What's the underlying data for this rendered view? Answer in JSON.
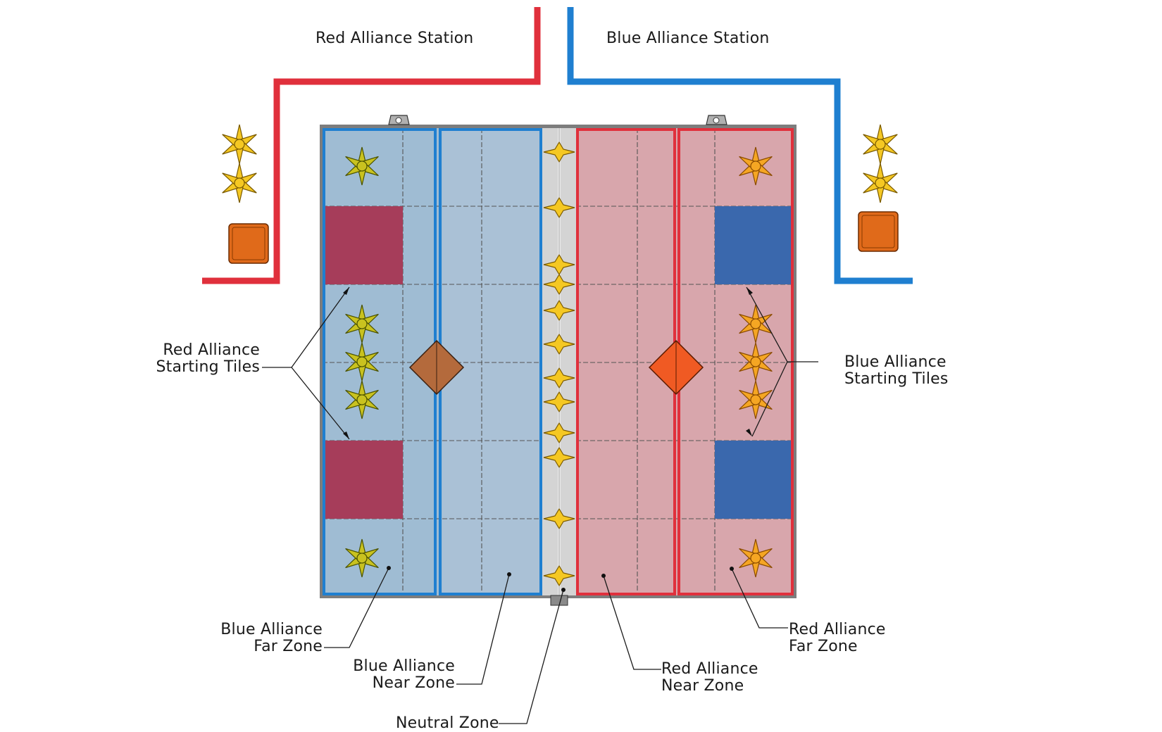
{
  "stations": {
    "red": "Red Alliance Station",
    "blue": "Blue Alliance Station"
  },
  "callouts": {
    "red_starting_tiles": [
      "Red Alliance",
      "Starting Tiles"
    ],
    "blue_starting_tiles": [
      "Blue Alliance",
      "Starting Tiles"
    ],
    "blue_far_zone": [
      "Blue Alliance",
      "Far Zone"
    ],
    "blue_near_zone": [
      "Blue Alliance",
      "Near Zone"
    ],
    "neutral_zone": "Neutral Zone",
    "red_near_zone": [
      "Red Alliance",
      "Near Zone"
    ],
    "red_far_zone": [
      "Red Alliance",
      "Far Zone"
    ]
  },
  "colors": {
    "red_alliance": "#e0303c",
    "blue_alliance": "#1f7fd0",
    "blue_side_fill": "#9fbcd3",
    "red_side_fill": "#d8a6ac",
    "neutral_fill": "#d4d4d4",
    "red_starting_tile": "#a63d5a",
    "blue_starting_tile": "#3a68ad",
    "goal_left": "#b46a3c",
    "goal_right": "#f05a23",
    "cube": "#e06a1a",
    "ring_yellow": "#f5c823",
    "ring_orange": "#f5a623"
  },
  "icons": [
    "star-ring-icon",
    "cube-icon",
    "goal-diamond-icon"
  ]
}
